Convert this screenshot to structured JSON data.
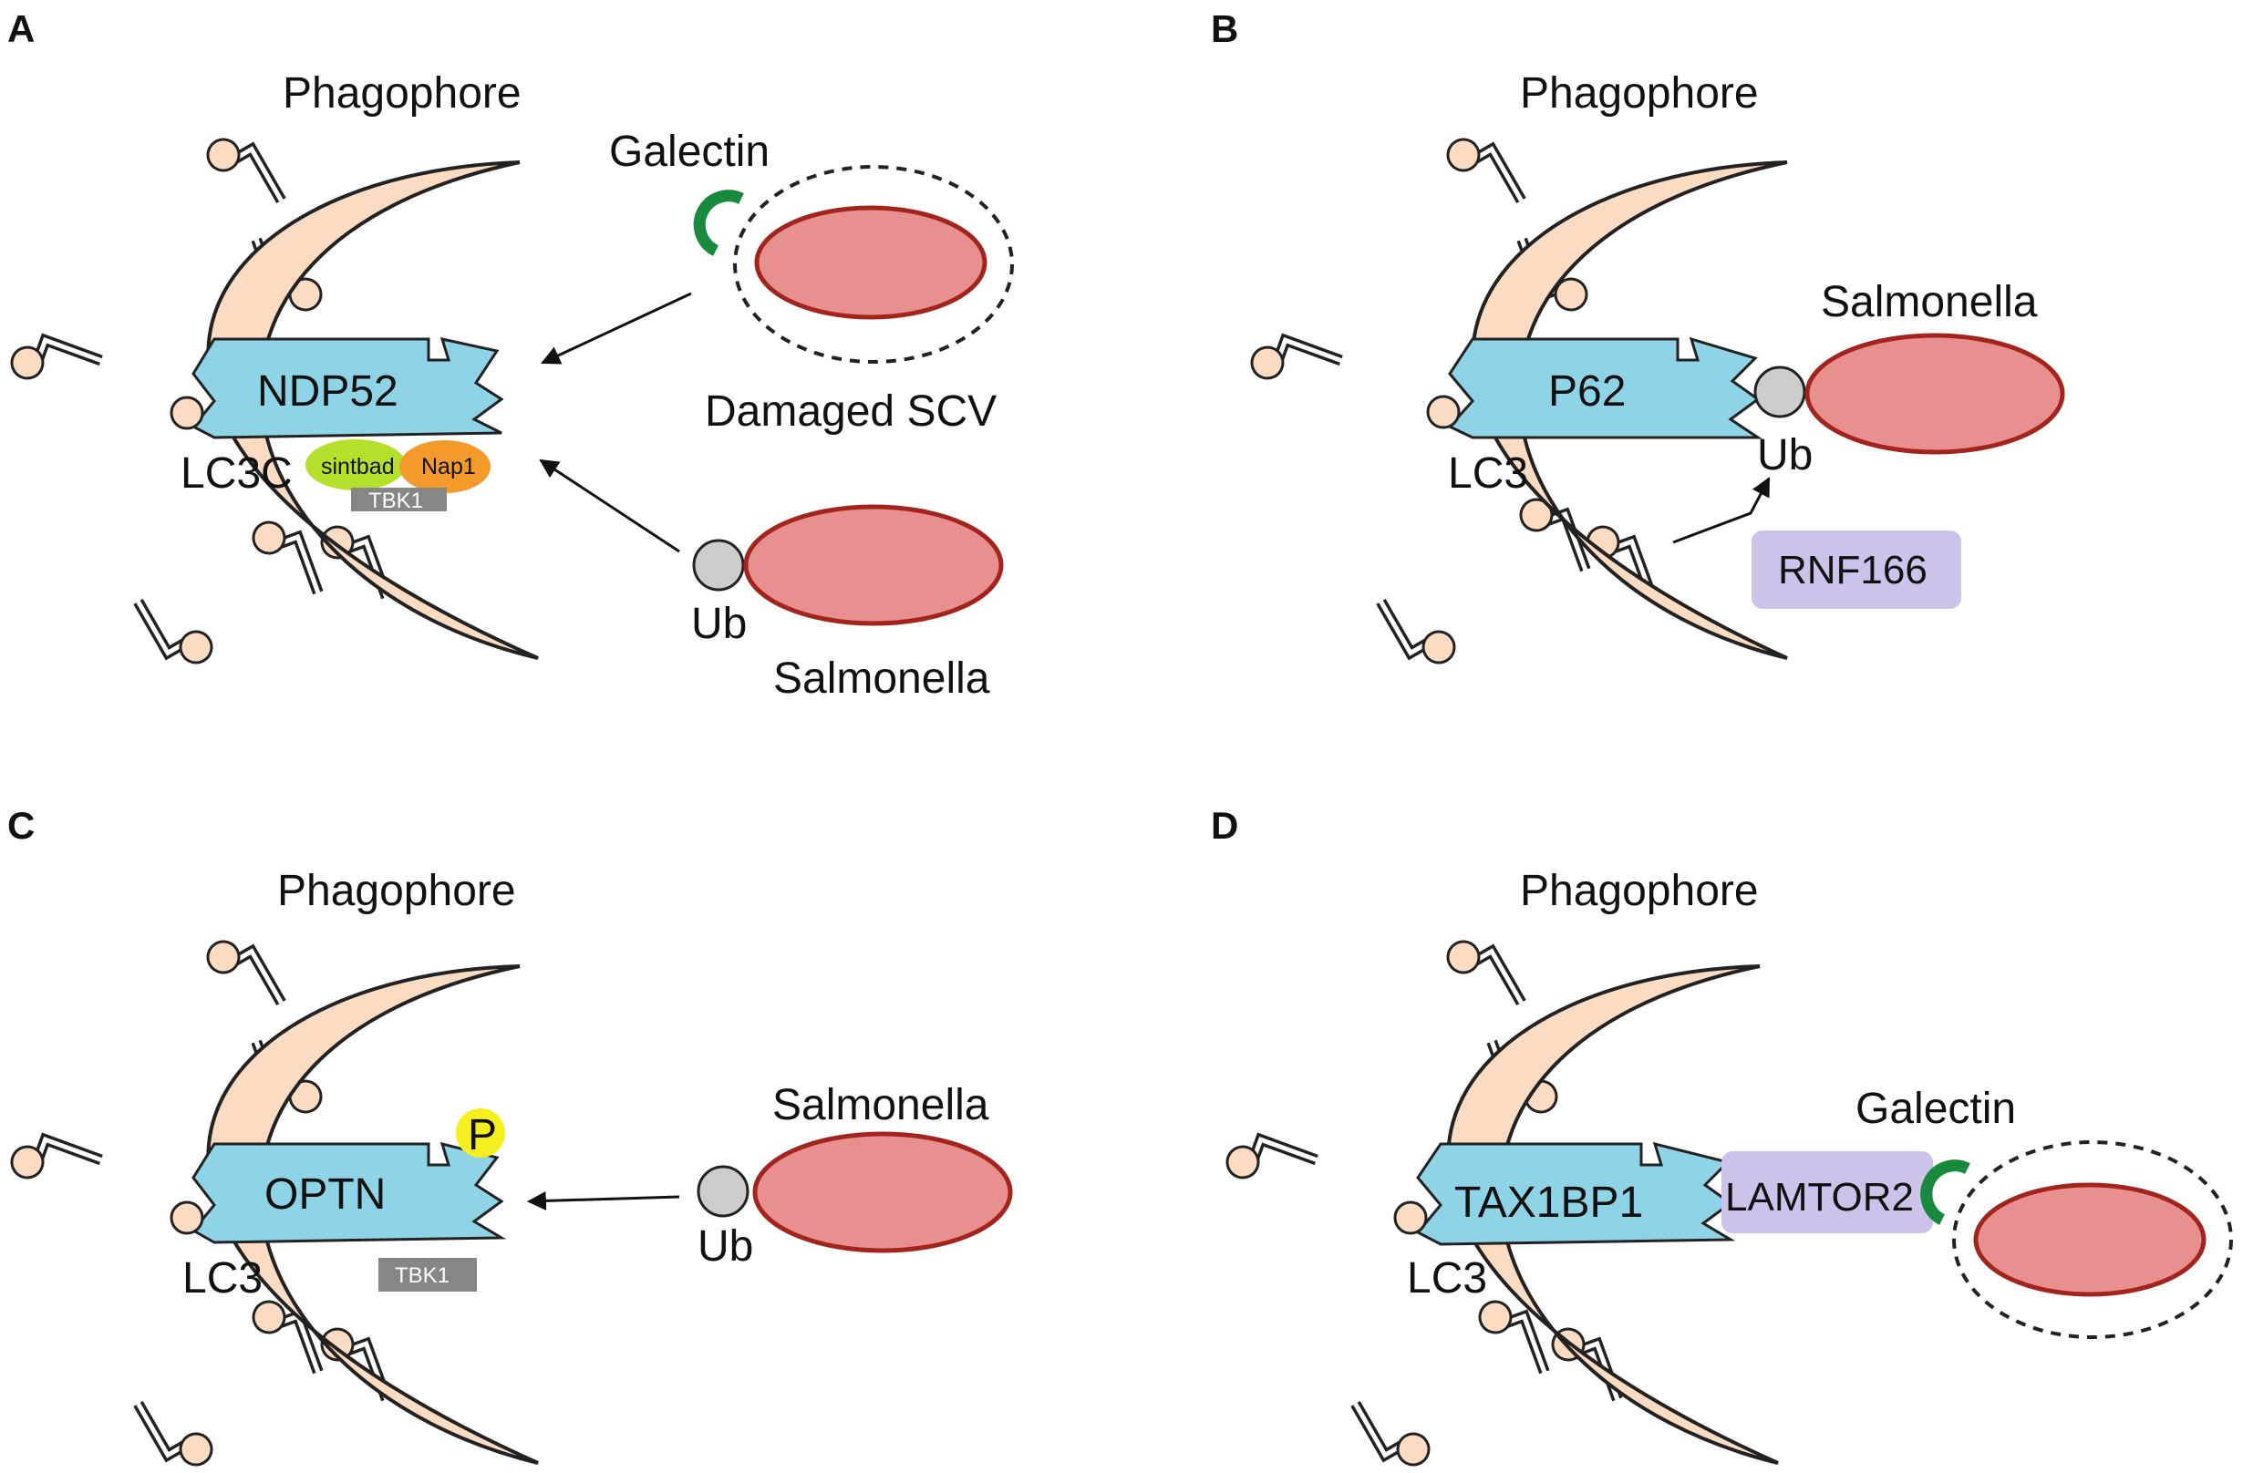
{
  "colors": {
    "receptor": "#8fd3e6",
    "phagophore": "#fbdcc3",
    "bacteria_fill": "#e89090",
    "bacteria_stroke": "#a3241d",
    "ub": "#cccccc",
    "galectin": "#178a3d",
    "lilac": "#cdc3ea",
    "tbk1": "#868686",
    "sintbad": "#b4e02c",
    "nap1": "#f49a2a",
    "phospho": "#f5ef1f"
  },
  "icons": {
    "lipid": "lipid-anchor-icon",
    "galectin": "galectin-arc-icon",
    "ub": "ubiquitin-circle-icon",
    "arrow": "arrow-icon"
  },
  "panels": {
    "A": {
      "letter": "A",
      "phagophore": "Phagophore",
      "receptor": "NDP52",
      "lc3": "LC3C",
      "sintbad": "sintbad",
      "nap1": "Nap1",
      "tbk1": "TBK1",
      "galectin": "Galectin",
      "damaged": "Damaged SCV",
      "ub": "Ub",
      "salmonella": "Salmonella"
    },
    "B": {
      "letter": "B",
      "phagophore": "Phagophore",
      "receptor": "P62",
      "lc3": "LC3",
      "ub": "Ub",
      "salmonella": "Salmonella",
      "ligase": "RNF166"
    },
    "C": {
      "letter": "C",
      "phagophore": "Phagophore",
      "receptor": "OPTN",
      "lc3": "LC3",
      "phospho": "P",
      "tbk1": "TBK1",
      "ub": "Ub",
      "salmonella": "Salmonella"
    },
    "D": {
      "letter": "D",
      "phagophore": "Phagophore",
      "receptor": "TAX1BP1",
      "lc3": "LC3",
      "adaptor": "LAMTOR2",
      "galectin": "Galectin"
    }
  }
}
